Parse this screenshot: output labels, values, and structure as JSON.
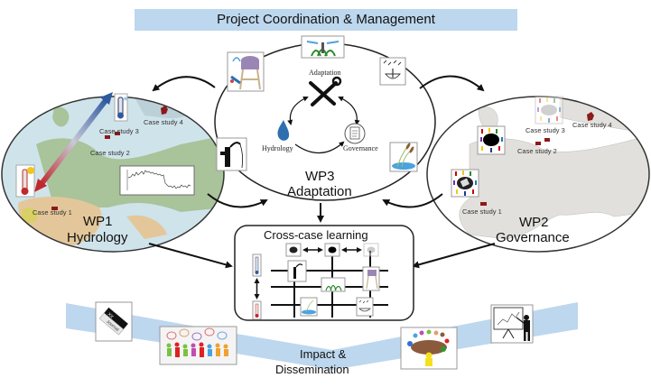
{
  "header": {
    "banner_title": "Project Coordination & Management",
    "banner_color": "#bdd7ee"
  },
  "wp1": {
    "title": "WP1",
    "subtitle": "Hydrology",
    "case_studies": [
      "Case study 1",
      "Case study 2",
      "Case study 3",
      "Case study 4"
    ],
    "icons": [
      "thermometer-hot-icon",
      "thermometer-cold-icon",
      "discharge-timeseries-chart"
    ],
    "gradient_arrow": {
      "from_color": "#c0282d",
      "to_color": "#2f5a9e"
    }
  },
  "wp2": {
    "title": "WP2",
    "subtitle": "Governance",
    "case_studies": [
      "Case study 1",
      "Case study 2",
      "Case study 3",
      "Case study 4"
    ],
    "icons": [
      "stakeholder-table-icon",
      "stakeholder-table-book-icon",
      "stakeholder-table-faded-icon"
    ]
  },
  "wp3": {
    "title": "WP3",
    "subtitle": "Adaptation",
    "inner_labels": {
      "adaptation": "Adaptation",
      "hydrology": "Hydrology",
      "governance": "Governance"
    },
    "icons": [
      "water-tower-icon",
      "sprinkler-icon",
      "rain-harvest-icon",
      "hand-pump-icon",
      "wetland-reeds-icon",
      "tools-icon",
      "water-drop-icon",
      "document-icon"
    ]
  },
  "cross_case": {
    "title": "Cross-case learning"
  },
  "impact": {
    "line1": "Impact &",
    "line2": "Dissemination",
    "band_color": "#bdd7ee",
    "icons": [
      "journal-icon",
      "people-talking-icon",
      "meeting-table-icon",
      "presenter-icon"
    ],
    "journal_labels": {
      "top": "XX",
      "bottom": "Journal"
    }
  },
  "colors": {
    "map_land_wp1": "#a9c39a",
    "map_sea_wp1": "#cfe3ea",
    "map_land_wp2": "#e2e0dc",
    "case_marker": "#8b1a1a"
  }
}
